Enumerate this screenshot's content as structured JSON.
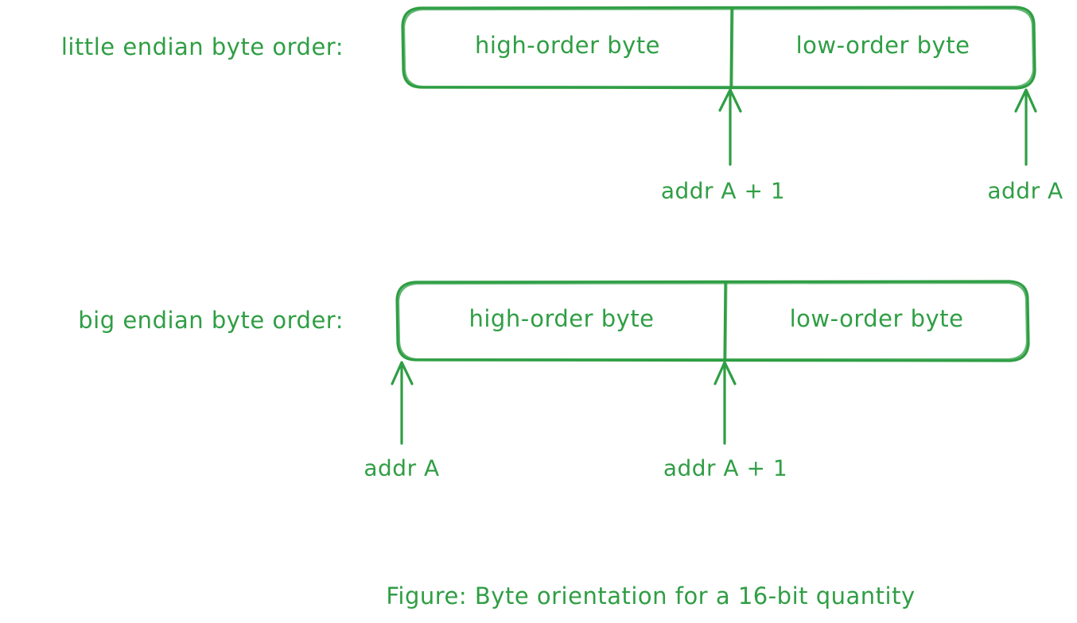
{
  "figure": {
    "title": "Figure: Byte orientation for a 16-bit quantity",
    "accent_color": "#2f9e44",
    "background_color": "#ffffff",
    "style": "hand-drawn sketch"
  },
  "rows": [
    {
      "id": "little-endian",
      "label": "little endian byte order:",
      "cells": [
        {
          "id": "high",
          "text": "high-order byte"
        },
        {
          "id": "low",
          "text": "low-order byte"
        }
      ],
      "annotations": [
        {
          "id": "divider-arrow",
          "text": "addr A + 1"
        },
        {
          "id": "right-edge-arrow",
          "text": "addr A"
        }
      ]
    },
    {
      "id": "big-endian",
      "label": "big endian byte order:",
      "cells": [
        {
          "id": "high",
          "text": "high-order byte"
        },
        {
          "id": "low",
          "text": "low-order byte"
        }
      ],
      "annotations": [
        {
          "id": "left-edge-arrow",
          "text": "addr A"
        },
        {
          "id": "divider-arrow",
          "text": "addr A + 1"
        }
      ]
    }
  ],
  "chart_data": {
    "type": "diagram",
    "title": "Figure: Byte orientation for a 16-bit quantity",
    "description": "Two memory layout boxes each split into a high-order byte and a low-order byte, with upward arrows marking byte addresses.",
    "diagrams": [
      {
        "name": "little endian byte order:",
        "segments": [
          "high-order byte",
          "low-order byte"
        ],
        "address_markers": [
          {
            "label": "addr A + 1",
            "points_at": "boundary between high-order byte and low-order byte"
          },
          {
            "label": "addr A",
            "points_at": "right edge of low-order byte"
          }
        ]
      },
      {
        "name": "big endian byte order:",
        "segments": [
          "high-order byte",
          "low-order byte"
        ],
        "address_markers": [
          {
            "label": "addr A",
            "points_at": "left edge of high-order byte"
          },
          {
            "label": "addr A + 1",
            "points_at": "boundary between high-order byte and low-order byte"
          }
        ]
      }
    ]
  }
}
